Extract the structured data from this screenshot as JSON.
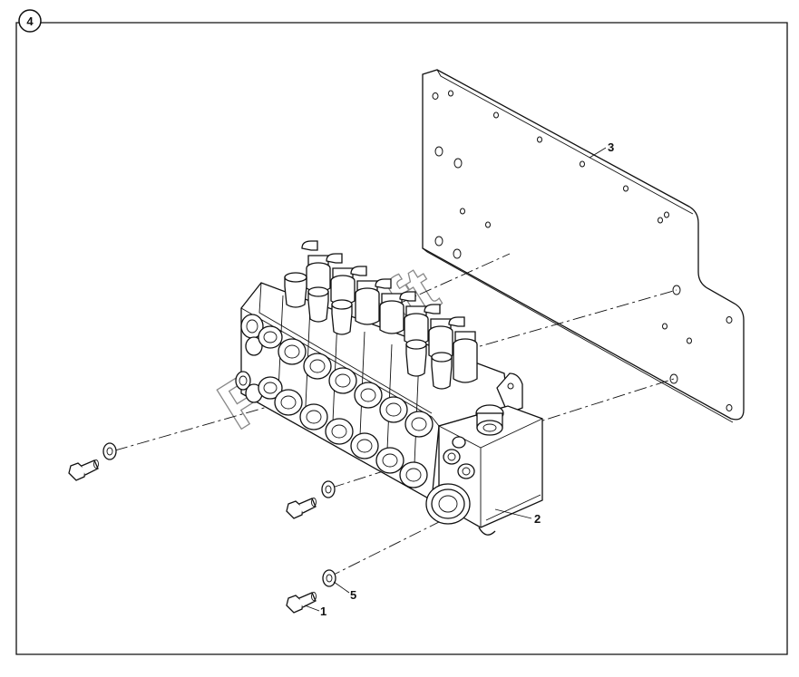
{
  "figure": {
    "view_number": "4",
    "watermark": "ProSoft"
  },
  "callouts": [
    {
      "id": "1",
      "label": "1"
    },
    {
      "id": "2",
      "label": "2"
    },
    {
      "id": "3",
      "label": "3"
    },
    {
      "id": "5",
      "label": "5"
    }
  ],
  "parts": {
    "bolt": "bolt",
    "washer": "washer",
    "valve_bank": "directional-valve-bank",
    "mounting_plate": "mounting-plate"
  }
}
